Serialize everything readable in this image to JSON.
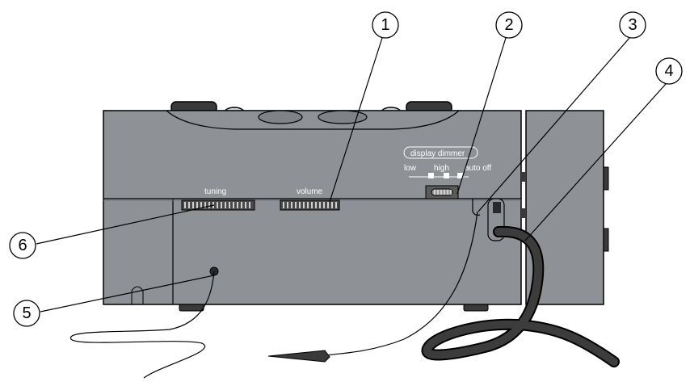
{
  "labels": {
    "tuning": "tuning",
    "volume": "volume",
    "display_dimmer": "display dimmer",
    "low": "low",
    "high": "high",
    "auto_off": "auto off"
  },
  "callouts": [
    "1",
    "2",
    "3",
    "4",
    "5",
    "6"
  ],
  "colors": {
    "body": "#8e9195",
    "body_dark": "#6f7276",
    "outline": "#000000",
    "text": "#ffffff",
    "background": "#ffffff"
  }
}
